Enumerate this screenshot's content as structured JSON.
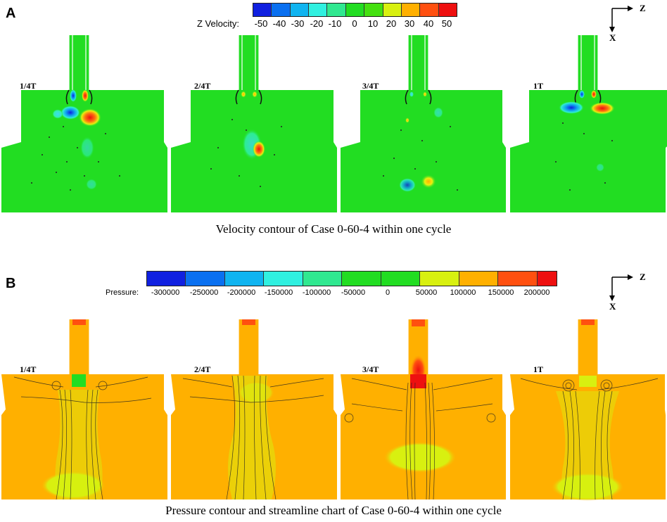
{
  "panelA": {
    "letter": "A",
    "colorbar_label": "Z Velocity:",
    "ticks": [
      "-50",
      "-40",
      "-30",
      "-20",
      "-10",
      "0",
      "10",
      "20",
      "30",
      "40",
      "50"
    ],
    "colors": [
      "#1020e0",
      "#0a70f0",
      "#10b4f0",
      "#30f0e0",
      "#30e890",
      "#22dd22",
      "#44e010",
      "#d8f010",
      "#ffb000",
      "#ff5010",
      "#ee1010"
    ],
    "frames": [
      "1/4T",
      "2/4T",
      "3/4T",
      "1T"
    ],
    "caption": "Velocity contour of Case 0-60-4 within one cycle",
    "axis_z": "Z",
    "axis_x": "X"
  },
  "panelB": {
    "letter": "B",
    "colorbar_label": "Pressure:",
    "ticks": [
      "-300000",
      "-250000",
      "-200000",
      "-150000",
      "-100000",
      "-50000",
      "0",
      "50000",
      "100000",
      "150000",
      "200000"
    ],
    "colors": [
      "#1020e0",
      "#0a70f0",
      "#10b4f0",
      "#30f0e0",
      "#30e890",
      "#22dd22",
      "#22dd22",
      "#d8f010",
      "#ffb000",
      "#ff5010",
      "#ee1010"
    ],
    "frames": [
      "1/4T",
      "2/4T",
      "3/4T",
      "1T"
    ],
    "caption": "Pressure contour and streamline chart of Case 0-60-4 within one cycle",
    "axis_z": "Z",
    "axis_x": "X"
  }
}
